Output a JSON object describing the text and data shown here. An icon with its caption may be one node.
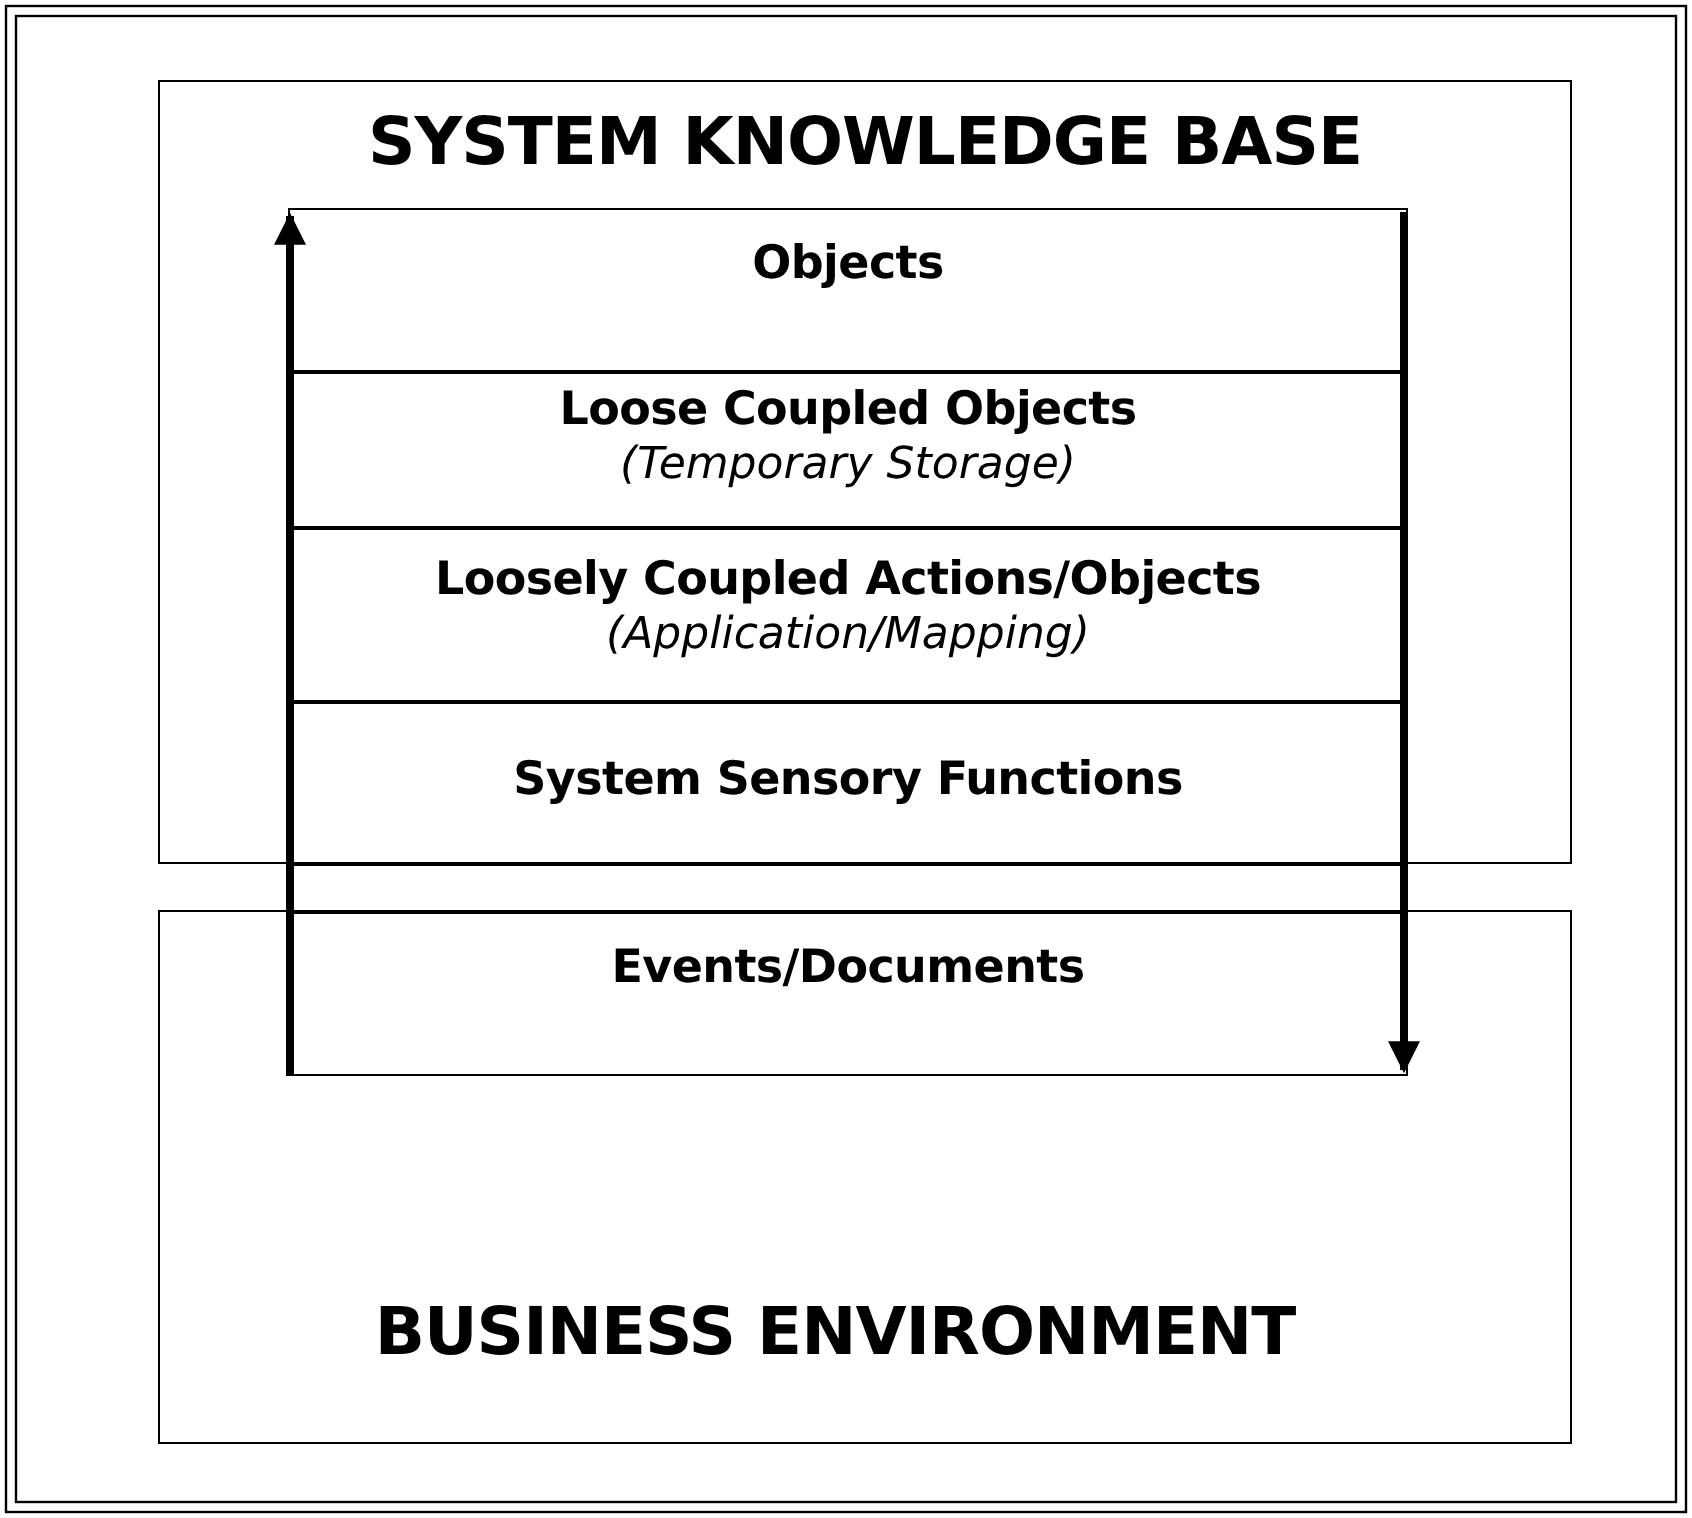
{
  "diagram": {
    "nodes": [
      {
        "text": [
          "SYSTEM KNOWLEDGE BASE"
        ]
      },
      {
        "text": [
          "Objects"
        ],
        "in": 0
      },
      {
        "text": [
          "Loose Coupled Objects",
          "(Temporary Storage)"
        ],
        "in": 0
      },
      {
        "text": [
          "Loosely Coupled Actions/Objects",
          "(Application/Mapping)"
        ],
        "in": 0
      },
      {
        "text": [
          "System Sensory Functions"
        ],
        "in": 0
      },
      {
        "text": [
          "BUSINESS ENVIRONMENT"
        ]
      },
      {
        "text": [
          "Events/Documents"
        ],
        "in": 5
      }
    ],
    "edges": [
      {
        "from": 6,
        "to": 1,
        "arrow": "to"
      },
      {
        "from": 1,
        "to": 6,
        "arrow": "to"
      }
    ]
  }
}
